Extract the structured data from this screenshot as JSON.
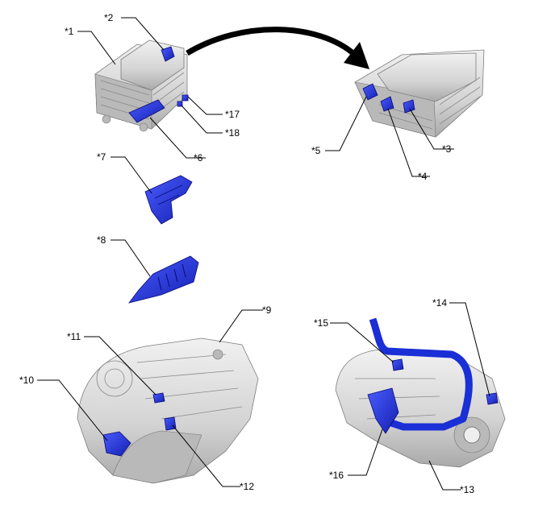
{
  "callouts": {
    "c1": "*1",
    "c2": "*2",
    "c3": "*3",
    "c4": "*4",
    "c5": "*5",
    "c6": "*6",
    "c7": "*7",
    "c8": "*8",
    "c9": "*9",
    "c10": "*10",
    "c11": "*11",
    "c12": "*12",
    "c13": "*13",
    "c14": "*14",
    "c15": "*15",
    "c16": "*16",
    "c17": "*17",
    "c18": "*18"
  },
  "colors": {
    "highlight_part": "#1a2fd6",
    "metal_body": "#d4d4d4",
    "arrow": "#000000"
  }
}
